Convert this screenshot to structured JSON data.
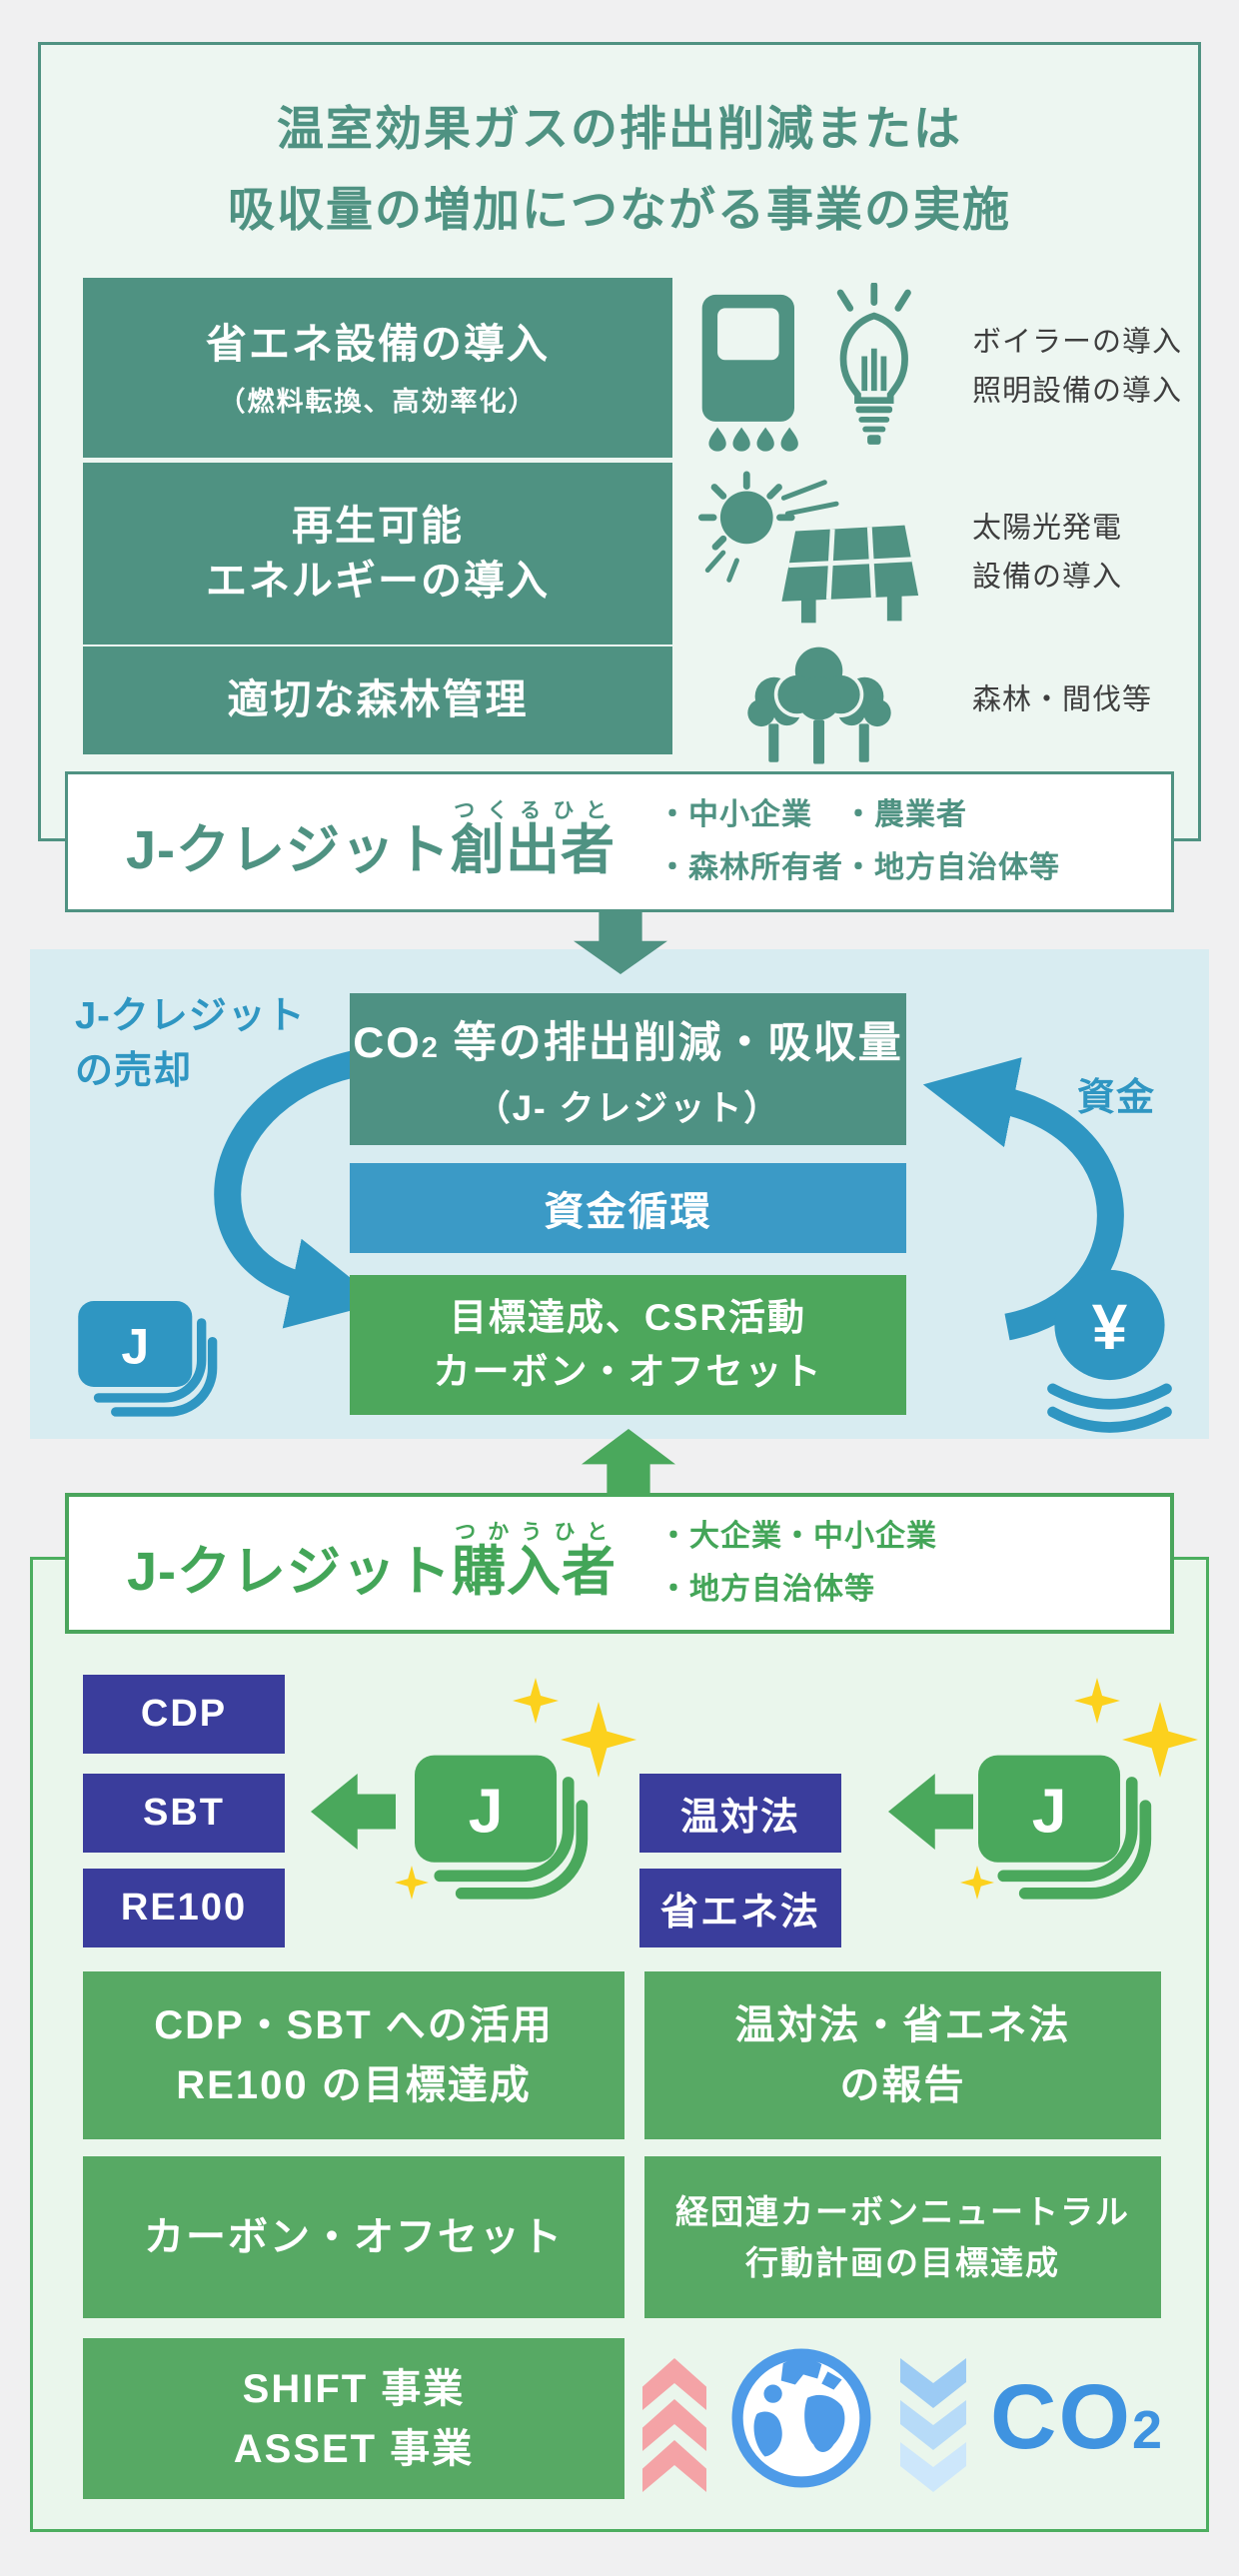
{
  "palette": {
    "page_bg": "#f0f0f1",
    "teal": "#4f9282",
    "teal_card_bg": "#edf6f1",
    "cycle_bg": "#d8ecf1",
    "cycle_teal_box": "#4e9183",
    "cycle_blue_box": "#3b9ac6",
    "cycle_green_box": "#4da75c",
    "blue_accent": "#2f96c2",
    "green_accent": "#4aa85c",
    "usage_bg": "#eaf6ec",
    "usage_border": "#4cae5f",
    "indigo_box": "#3a3d9c",
    "benefit_green": "#57a964",
    "sparkle_yellow": "#fcd11d",
    "chevron_pink": "#f4a3a6",
    "chevron_blue_1": "#9ccbf4",
    "chevron_blue_2": "#b7dbf8",
    "chevron_blue_3": "#cde7fb",
    "earth_blue": "#4e9be8",
    "co2_blue": "#3f93e0",
    "label_gray": "#3e3e3e"
  },
  "top_card": {
    "title_line1": "温室効果ガスの排出削減または",
    "title_line2": "吸収量の増加につながる事業の実施",
    "rows": [
      {
        "box_line1": "省エネ設備の導入",
        "box_line2": "（燃料転換、高効率化）",
        "icon": "boiler-and-bulb-icon",
        "label_line1": "ボイラーの導入",
        "label_line2": "照明設備の導入"
      },
      {
        "box_line1": "再生可能",
        "box_line2": "エネルギーの導入",
        "icon": "sun-solar-panel-icon",
        "label_line1": "太陽光発電",
        "label_line2": "設備の導入"
      },
      {
        "box_line1": "適切な森林管理",
        "box_line2": "",
        "icon": "forest-icon",
        "label_line1": "森林・間伐等",
        "label_line2": ""
      }
    ]
  },
  "creator": {
    "heading_prefix": "J-クレジット",
    "heading_base": "創出者",
    "furigana": "つくるひと",
    "bullets_line1": "・中小企業　・農業者",
    "bullets_line2": "・森林所有者・地方自治体等"
  },
  "cycle": {
    "sell_label_line1": "J-クレジット",
    "sell_label_line2": "の売却",
    "fund_label": "資金",
    "box_credit_co": "CO",
    "box_credit_sub": "2",
    "box_credit_rest": " 等の排出削減・吸収量",
    "box_credit_line2": "（J- クレジット）",
    "box_fund": "資金循環",
    "box_goal_line1": "目標達成、CSR活動",
    "box_goal_line2": "カーボン・オフセット",
    "j_card_letter": "J",
    "yen_symbol": "¥"
  },
  "buyer": {
    "heading_prefix": "J-クレジット",
    "heading_base": "購入者",
    "furigana": "つかうひと",
    "bullets_line1": "・大企業・中小企業",
    "bullets_line2": "・地方自治体等"
  },
  "usage": {
    "schemes_left": [
      "CDP",
      "SBT",
      "RE100"
    ],
    "schemes_right": [
      "温対法",
      "省エネ法"
    ],
    "j_card_letter": "J",
    "benefits": {
      "cdp_sbt_line1": "CDP・SBT への活用",
      "cdp_sbt_line2": "RE100 の目標達成",
      "law_line1": "温対法・省エネ法",
      "law_line2": "の報告",
      "offset": "カーボン・オフセット",
      "keidanren_line1": "経団連カーボンニュートラル",
      "keidanren_line2": "行動計画の目標達成",
      "shift_line1": "SHIFT 事業",
      "shift_line2": "ASSET 事業"
    },
    "co2_main": "CO",
    "co2_sub": "2"
  }
}
